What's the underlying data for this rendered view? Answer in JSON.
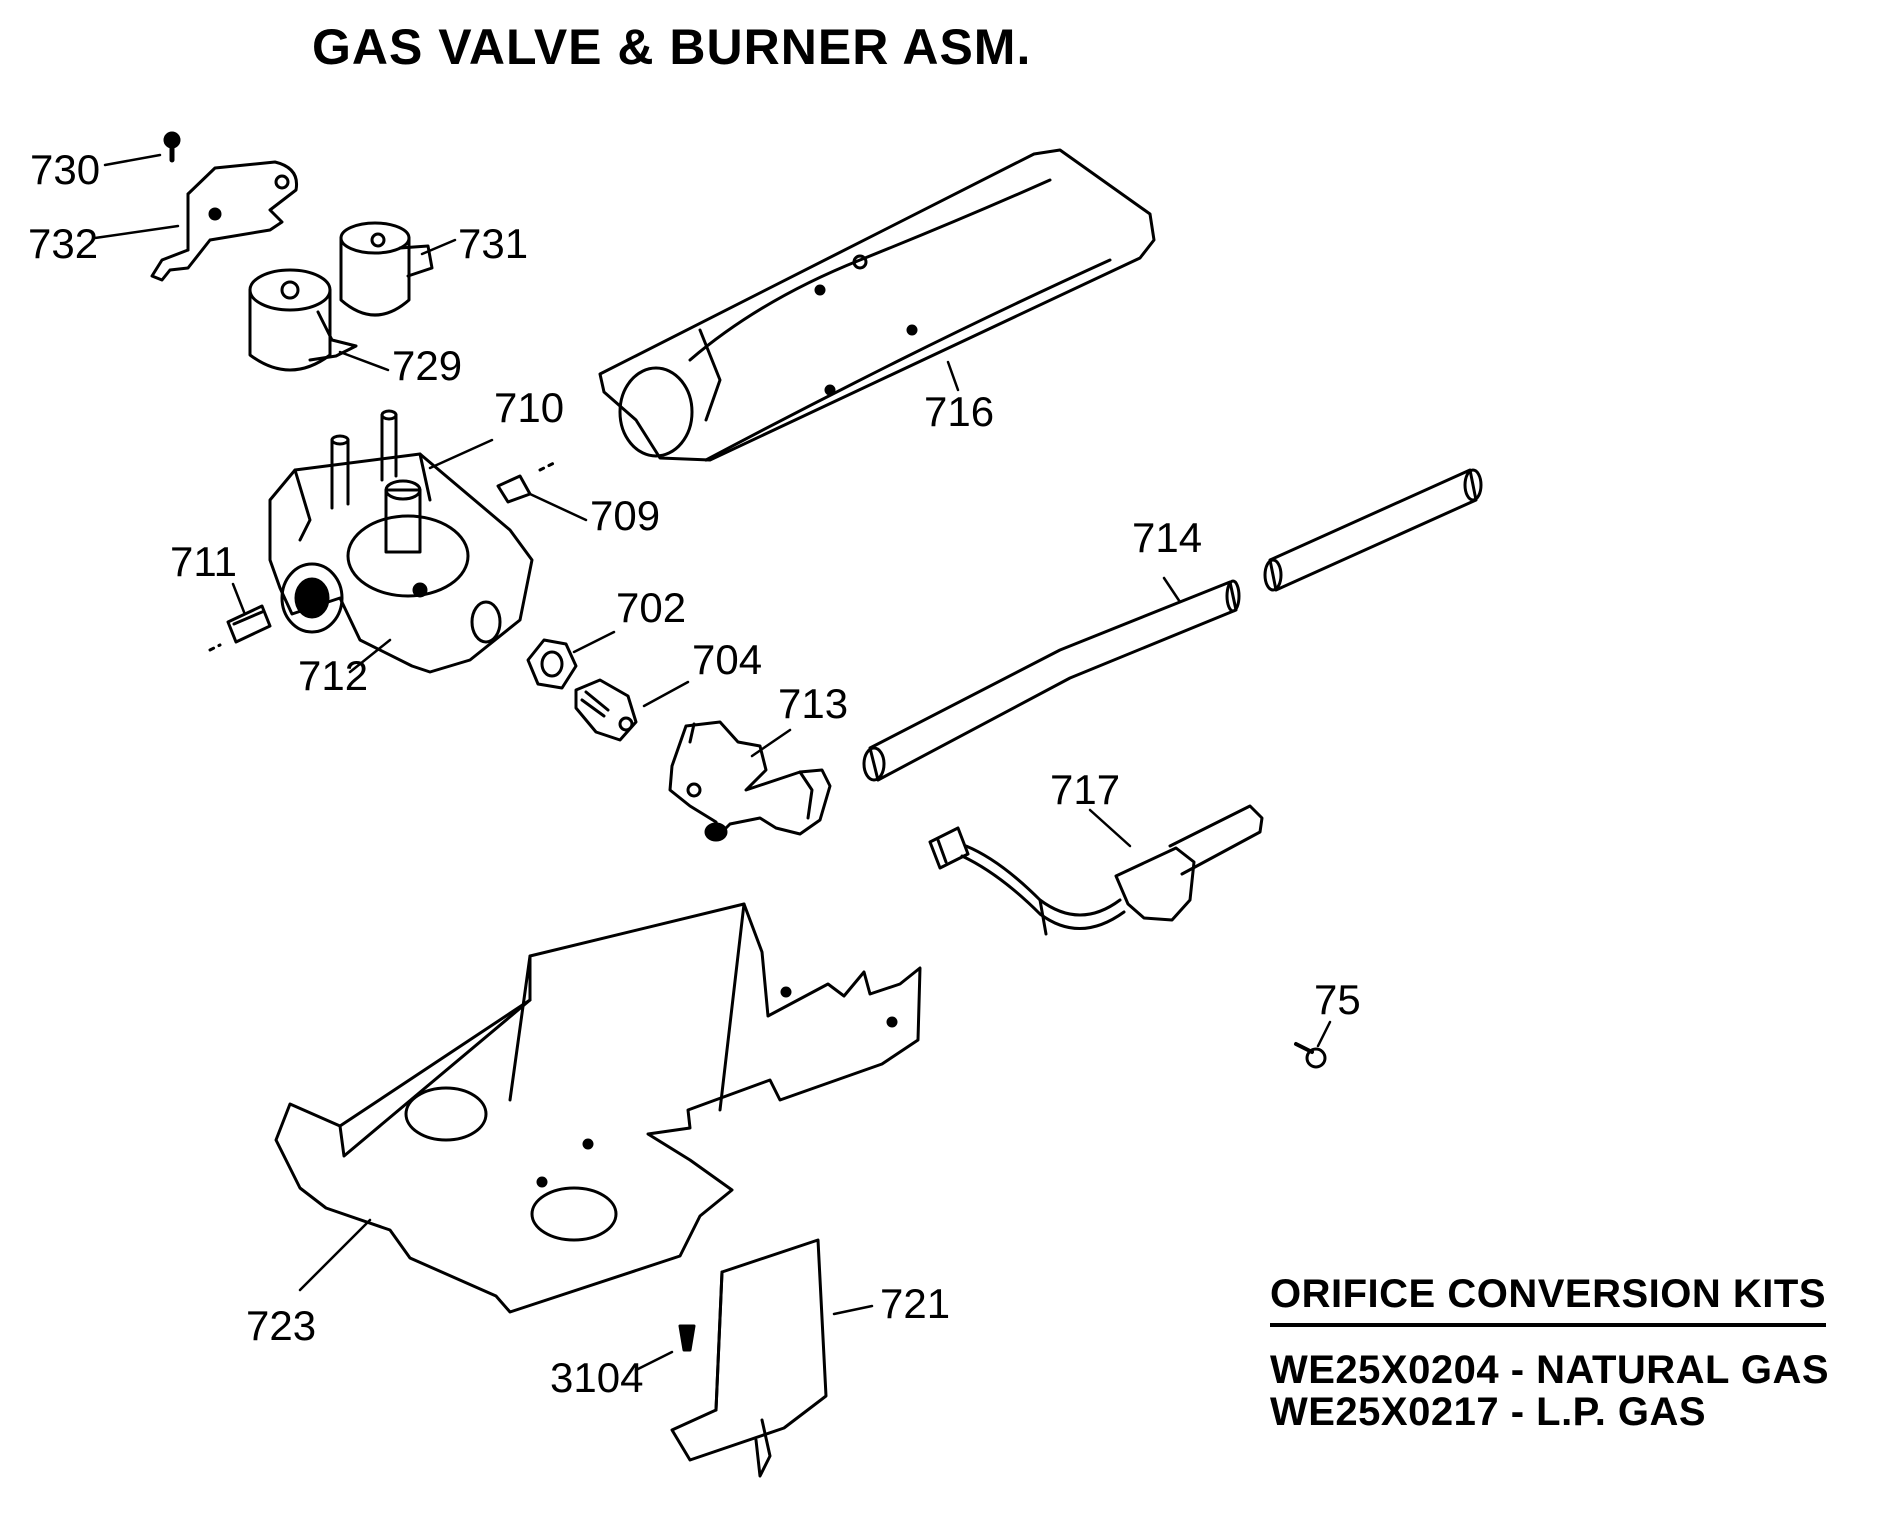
{
  "title": "GAS VALVE & BURNER ASM.",
  "parts": [
    {
      "id": "730"
    },
    {
      "id": "732"
    },
    {
      "id": "731"
    },
    {
      "id": "729"
    },
    {
      "id": "710"
    },
    {
      "id": "709"
    },
    {
      "id": "711"
    },
    {
      "id": "712"
    },
    {
      "id": "702"
    },
    {
      "id": "704"
    },
    {
      "id": "713"
    },
    {
      "id": "714"
    },
    {
      "id": "716"
    },
    {
      "id": "717"
    },
    {
      "id": "75"
    },
    {
      "id": "723"
    },
    {
      "id": "721"
    },
    {
      "id": "3104"
    }
  ],
  "kits": {
    "heading": "ORIFICE CONVERSION KITS",
    "items": [
      {
        "text": "WE25X0204 - NATURAL GAS"
      },
      {
        "text": "WE25X0217 - L.P. GAS"
      }
    ]
  }
}
